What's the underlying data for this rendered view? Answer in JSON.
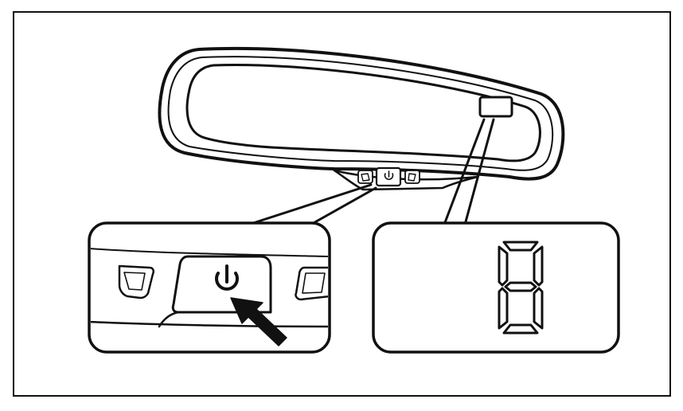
{
  "figure": {
    "subject": "rearview-mirror-with-power-button-and-display",
    "display_digit": "8",
    "buttons": [
      {
        "name": "left-button",
        "icon": "left-tab-icon"
      },
      {
        "name": "power-button",
        "icon": "power-icon"
      },
      {
        "name": "right-button",
        "icon": "right-tab-icon"
      }
    ],
    "callouts": [
      {
        "name": "button-zoom-callout",
        "shows": "power-button"
      },
      {
        "name": "display-zoom-callout",
        "shows": "display-digit"
      }
    ],
    "colors": {
      "ink": "#111111",
      "paper": "#ffffff"
    }
  }
}
